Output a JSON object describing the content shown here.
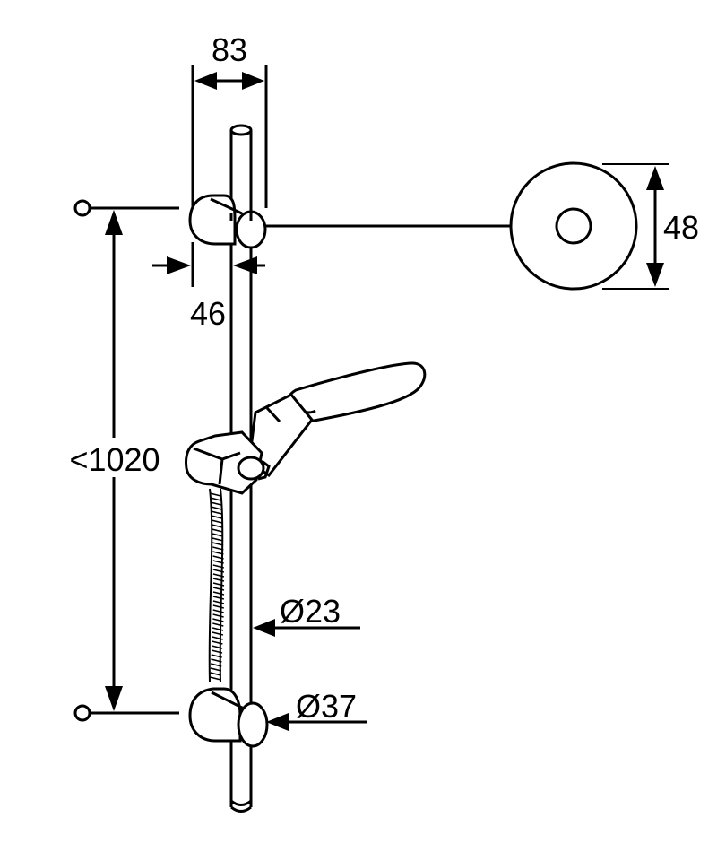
{
  "labels": {
    "width_top": "83",
    "offset": "46",
    "rosette_diameter": "48",
    "height": "<1020",
    "rod_diameter": "Ø23",
    "holder_diameter": "Ø37"
  }
}
